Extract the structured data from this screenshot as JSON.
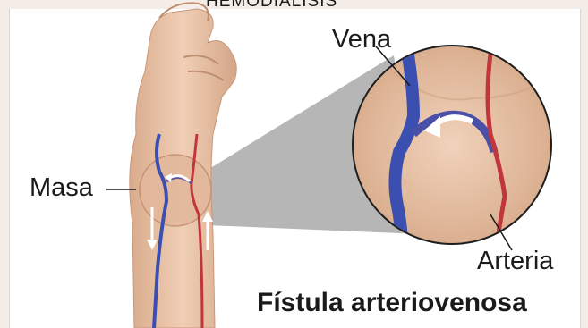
{
  "header": {
    "title": "HEMODIALISIS"
  },
  "labels": {
    "vena": "Vena",
    "masa": "Masa",
    "arteria": "Arteria"
  },
  "caption": "Fístula arteriovenosa",
  "colors": {
    "vein": "#3a4fb0",
    "artery": "#c0363b",
    "skin": "#e8c2a4",
    "magnifier_beam": "#a9a9a9",
    "background": "#ffffff"
  },
  "icons": {
    "flow_arrow": "curved-arrow-icon",
    "down_arrow": "arrow-down-icon",
    "up_arrow": "arrow-up-icon"
  }
}
